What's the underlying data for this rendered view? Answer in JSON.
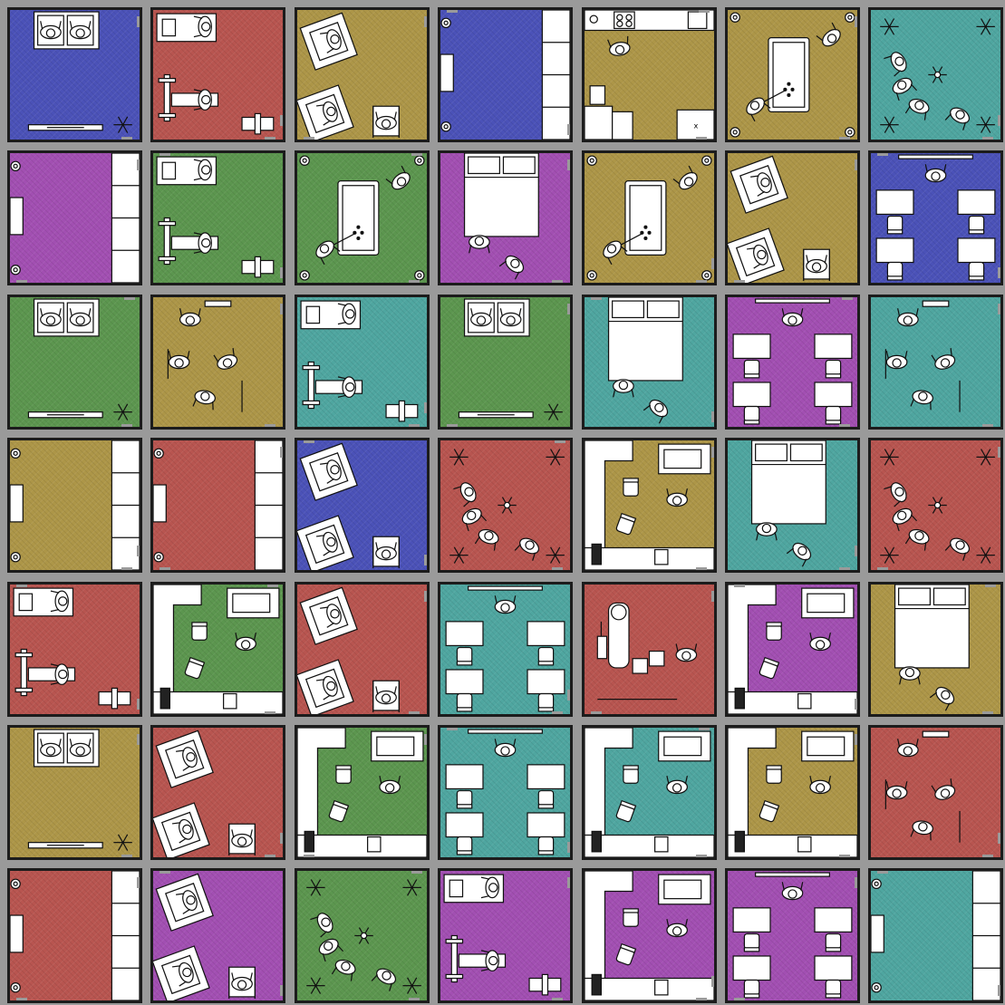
{
  "colors": {
    "blue": "#4b52b8",
    "red": "#b85550",
    "gold": "#ad9648",
    "teal": "#4fa6a0",
    "green": "#5c964f",
    "purple": "#a24fb2",
    "wall": "#9a9a9a",
    "outline": "#1c1c1c"
  },
  "rooms": [
    {
      "color": "blue",
      "furniture": "sofa-tv-lounge"
    },
    {
      "color": "red",
      "furniture": "gym"
    },
    {
      "color": "gold",
      "furniture": "reading-chairs"
    },
    {
      "color": "blue",
      "furniture": "wardrobe-right"
    },
    {
      "color": "gold",
      "furniture": "kitchen"
    },
    {
      "color": "gold",
      "furniture": "billiard"
    },
    {
      "color": "teal",
      "furniture": "cafe-tables"
    },
    {
      "color": "purple",
      "furniture": "wardrobe-right"
    },
    {
      "color": "green",
      "furniture": "gym"
    },
    {
      "color": "green",
      "furniture": "billiard"
    },
    {
      "color": "purple",
      "furniture": "bedroom"
    },
    {
      "color": "gold",
      "furniture": "billiard"
    },
    {
      "color": "gold",
      "furniture": "reading-chairs"
    },
    {
      "color": "blue",
      "furniture": "classroom-desks"
    },
    {
      "color": "green",
      "furniture": "sofa-tv-lounge"
    },
    {
      "color": "gold",
      "furniture": "people-walking"
    },
    {
      "color": "teal",
      "furniture": "gym"
    },
    {
      "color": "green",
      "furniture": "sofa-tv-lounge"
    },
    {
      "color": "teal",
      "furniture": "bedroom"
    },
    {
      "color": "purple",
      "furniture": "classroom-desks"
    },
    {
      "color": "teal",
      "furniture": "people-walking"
    },
    {
      "color": "gold",
      "furniture": "wardrobe-right"
    },
    {
      "color": "red",
      "furniture": "wardrobe-right"
    },
    {
      "color": "blue",
      "furniture": "reading-chairs"
    },
    {
      "color": "red",
      "furniture": "cafe-tables"
    },
    {
      "color": "gold",
      "furniture": "office-corner"
    },
    {
      "color": "teal",
      "furniture": "bedroom"
    },
    {
      "color": "red",
      "furniture": "cafe-tables"
    },
    {
      "color": "red",
      "furniture": "gym"
    },
    {
      "color": "green",
      "furniture": "office-corner"
    },
    {
      "color": "red",
      "furniture": "reading-chairs"
    },
    {
      "color": "teal",
      "furniture": "classroom-desks"
    },
    {
      "color": "red",
      "furniture": "medical"
    },
    {
      "color": "purple",
      "furniture": "office-corner"
    },
    {
      "color": "gold",
      "furniture": "bedroom"
    },
    {
      "color": "gold",
      "furniture": "sofa-tv-lounge"
    },
    {
      "color": "red",
      "furniture": "reading-chairs"
    },
    {
      "color": "green",
      "furniture": "office-corner"
    },
    {
      "color": "teal",
      "furniture": "classroom-desks"
    },
    {
      "color": "teal",
      "furniture": "office-corner"
    },
    {
      "color": "gold",
      "furniture": "office-corner"
    },
    {
      "color": "red",
      "furniture": "people-walking"
    },
    {
      "color": "red",
      "furniture": "wardrobe-right"
    },
    {
      "color": "purple",
      "furniture": "reading-chairs"
    },
    {
      "color": "green",
      "furniture": "cafe-tables"
    },
    {
      "color": "purple",
      "furniture": "gym"
    },
    {
      "color": "purple",
      "furniture": "office-corner"
    },
    {
      "color": "purple",
      "furniture": "classroom-desks"
    },
    {
      "color": "teal",
      "furniture": "wardrobe-right"
    }
  ]
}
